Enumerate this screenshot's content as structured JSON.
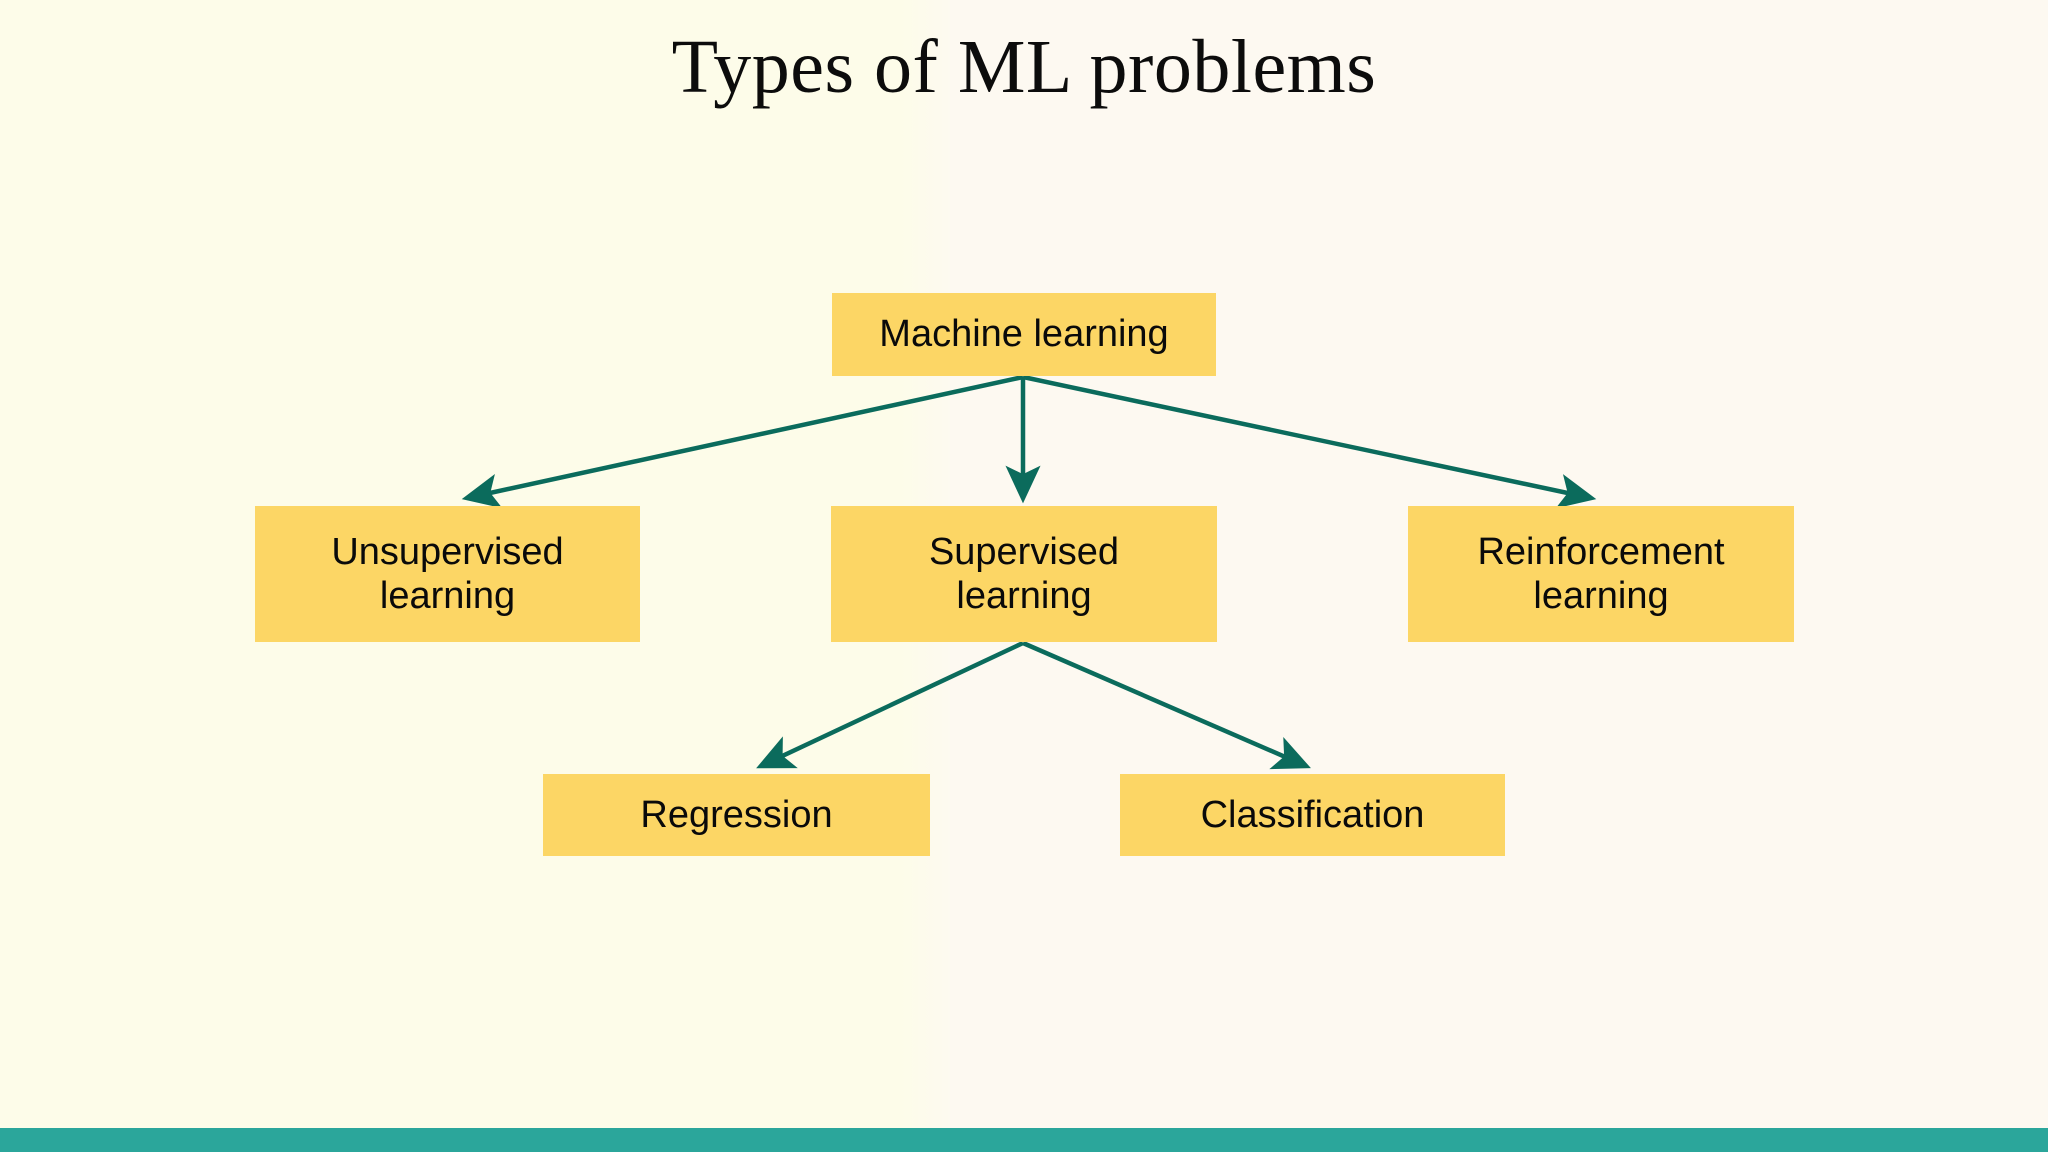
{
  "slide": {
    "title": "Types of ML problems",
    "background_color": "#FDFCE9",
    "accent_bar_color": "#2BA69B",
    "node_fill_color": "#FCD665",
    "arrow_color": "#0B6B5C",
    "text_color": "#0A0A0A"
  },
  "diagram": {
    "type": "tree",
    "nodes": [
      {
        "id": "machine-learning",
        "label": "Machine learning",
        "level": 0
      },
      {
        "id": "unsupervised",
        "label": "Unsupervised\nlearning",
        "level": 1
      },
      {
        "id": "supervised",
        "label": "Supervised\nlearning",
        "level": 1
      },
      {
        "id": "reinforcement",
        "label": "Reinforcement\nlearning",
        "level": 1
      },
      {
        "id": "regression",
        "label": "Regression",
        "level": 2
      },
      {
        "id": "classification",
        "label": "Classification",
        "level": 2
      }
    ],
    "edges": [
      {
        "from": "machine-learning",
        "to": "unsupervised"
      },
      {
        "from": "machine-learning",
        "to": "supervised"
      },
      {
        "from": "machine-learning",
        "to": "reinforcement"
      },
      {
        "from": "supervised",
        "to": "regression"
      },
      {
        "from": "supervised",
        "to": "classification"
      }
    ]
  }
}
